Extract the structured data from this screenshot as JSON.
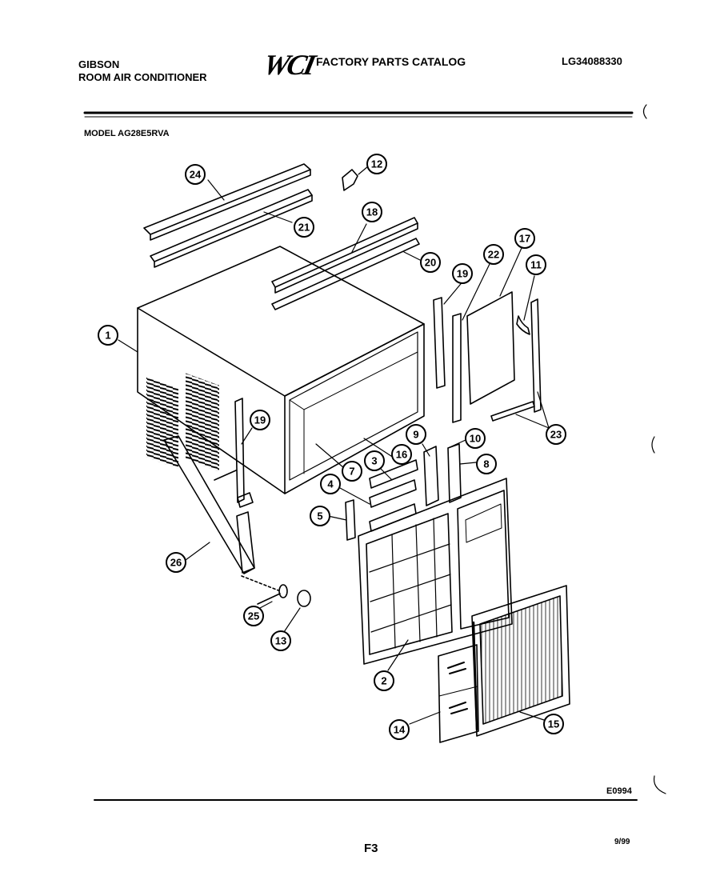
{
  "header": {
    "brand": "GIBSON",
    "product": "ROOM AIR CONDITIONER",
    "logo": "WCI",
    "catalog_title": "FACTORY PARTS CATALOG",
    "document_number": "LG34088330"
  },
  "model_label": "MODEL AG28E5RVA",
  "diagram_code": "E0994",
  "page_label": "F3",
  "date": "9/99",
  "callouts": [
    {
      "id": "c1",
      "label": "1"
    },
    {
      "id": "c2",
      "label": "2"
    },
    {
      "id": "c3",
      "label": "3"
    },
    {
      "id": "c4",
      "label": "4"
    },
    {
      "id": "c5",
      "label": "5"
    },
    {
      "id": "c7",
      "label": "7"
    },
    {
      "id": "c8",
      "label": "8"
    },
    {
      "id": "c9",
      "label": "9"
    },
    {
      "id": "c10",
      "label": "10"
    },
    {
      "id": "c11",
      "label": "11"
    },
    {
      "id": "c12",
      "label": "12"
    },
    {
      "id": "c13",
      "label": "13"
    },
    {
      "id": "c14",
      "label": "14"
    },
    {
      "id": "c15",
      "label": "15"
    },
    {
      "id": "c16",
      "label": "16"
    },
    {
      "id": "c17",
      "label": "17"
    },
    {
      "id": "c18",
      "label": "18"
    },
    {
      "id": "c19a",
      "label": "19"
    },
    {
      "id": "c19b",
      "label": "19"
    },
    {
      "id": "c20",
      "label": "20"
    },
    {
      "id": "c21",
      "label": "21"
    },
    {
      "id": "c22",
      "label": "22"
    },
    {
      "id": "c23",
      "label": "23"
    },
    {
      "id": "c24",
      "label": "24"
    },
    {
      "id": "c25",
      "label": "25"
    },
    {
      "id": "c26",
      "label": "26"
    }
  ]
}
